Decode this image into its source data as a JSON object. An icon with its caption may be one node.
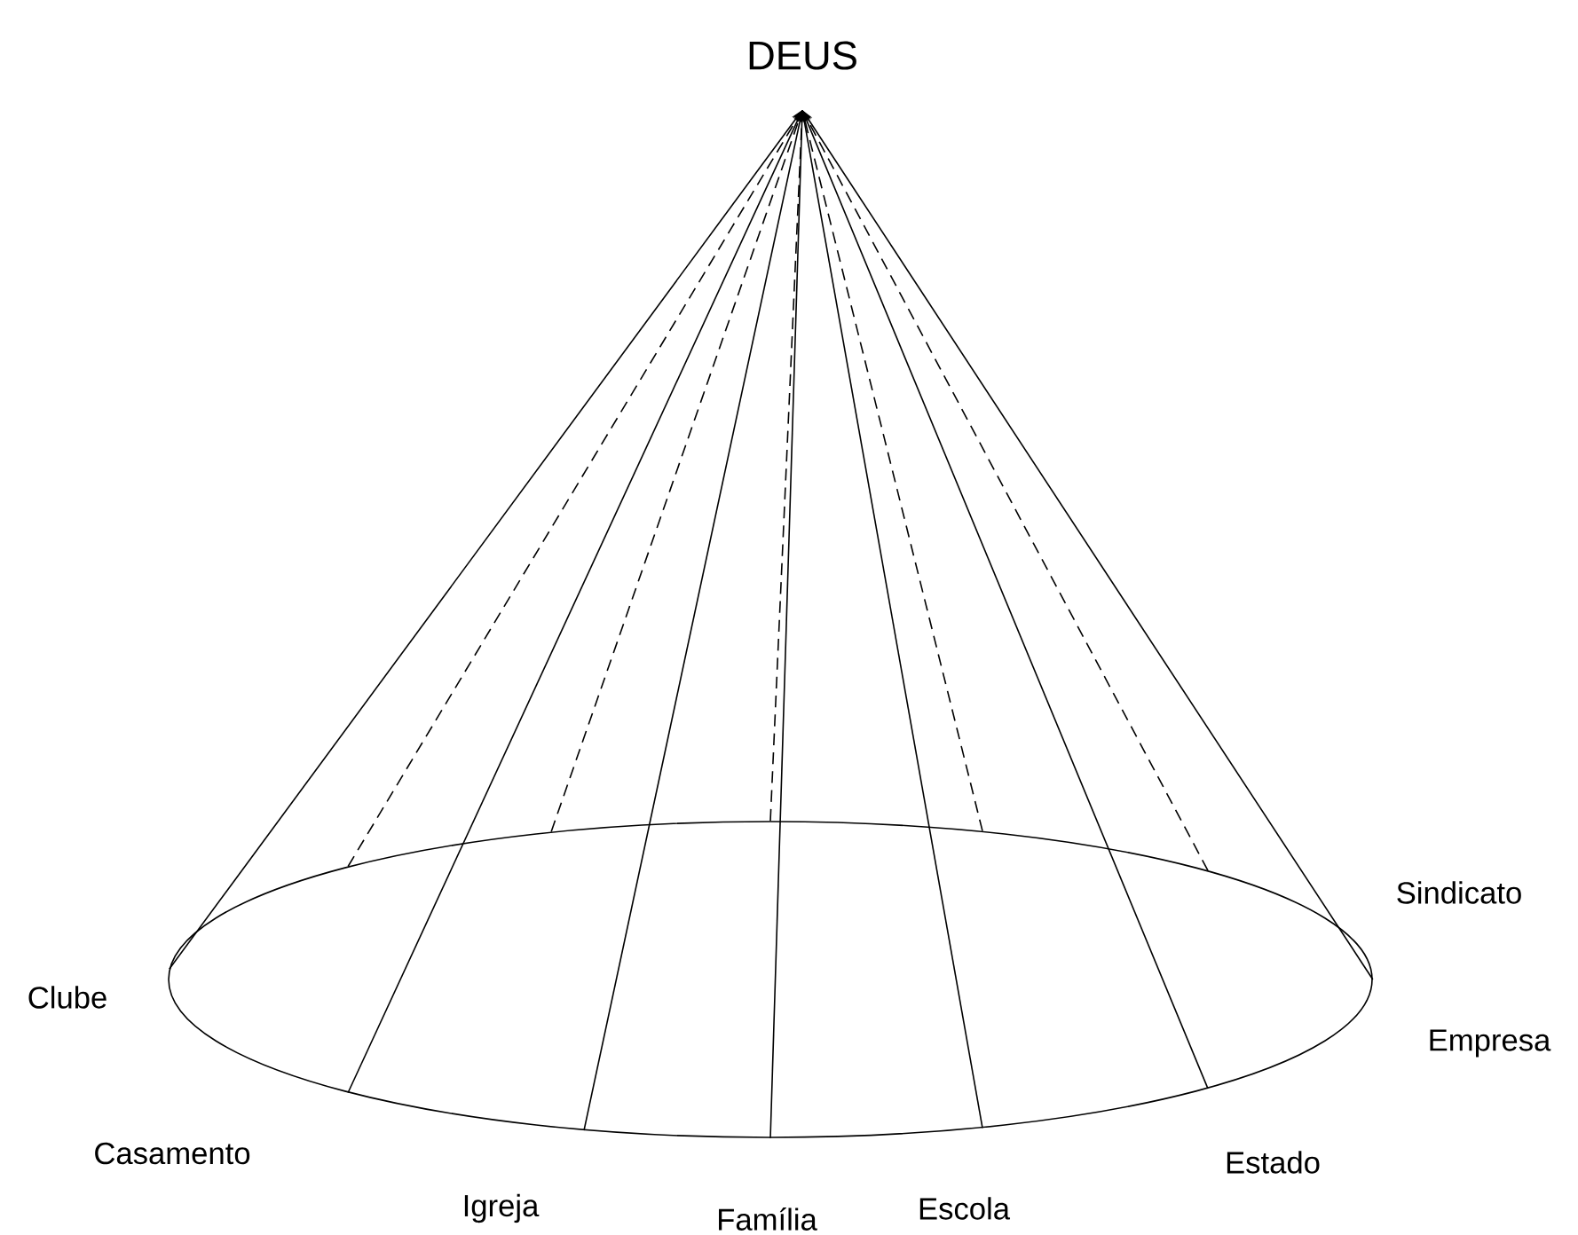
{
  "diagram": {
    "nodes": [
      {
        "text": [
          "DEUS"
        ]
      },
      {
        "text": [],
        "shape": "ellipse"
      }
    ],
    "edges": [
      {
        "from": 1,
        "to": 0,
        "arrow": "to"
      },
      {
        "from": 1,
        "to": 0,
        "arrow": "to",
        "style": "dashed"
      },
      {
        "from": 1,
        "to": 0,
        "arrow": "to"
      },
      {
        "from": 1,
        "to": 0,
        "arrow": "to",
        "style": "dashed"
      },
      {
        "from": 1,
        "to": 0,
        "arrow": "to"
      },
      {
        "from": 1,
        "to": 0,
        "arrow": "to",
        "style": "dashed"
      },
      {
        "from": 1,
        "to": 0,
        "arrow": "to"
      },
      {
        "from": 1,
        "to": 0,
        "arrow": "to",
        "style": "dashed"
      },
      {
        "from": 1,
        "to": 0,
        "arrow": "to"
      },
      {
        "from": 1,
        "to": 0,
        "arrow": "to",
        "style": "dashed"
      },
      {
        "from": 1,
        "to": 0,
        "arrow": "to"
      },
      {
        "from": 1,
        "to": 0,
        "arrow": "to"
      }
    ],
    "labels": [
      "Sindicato",
      "Clube",
      "Empresa",
      "Casamento",
      "Estado",
      "Igreja",
      "Escola",
      "Família"
    ]
  }
}
